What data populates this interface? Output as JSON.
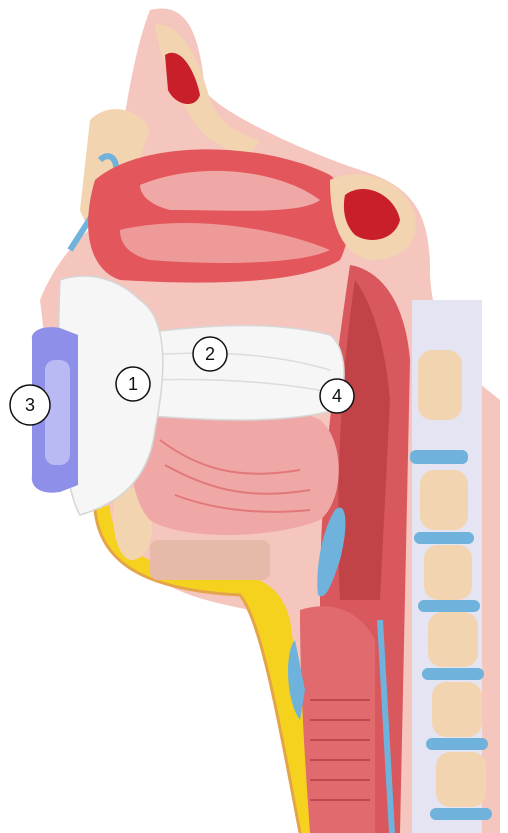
{
  "callouts": [
    {
      "id": "1",
      "label": "1"
    },
    {
      "id": "2",
      "label": "2"
    },
    {
      "id": "3",
      "label": "3"
    },
    {
      "id": "4",
      "label": "4"
    }
  ],
  "colors": {
    "skin": "#f2b7ad",
    "bone": "#f3d4b0",
    "flesh": "#d9585e",
    "flesh_light": "#f0a8a6",
    "cavity": "#e8666b",
    "fat": "#f4d21e",
    "disc": "#6fb2dc",
    "device_white": "#f6f6f6",
    "device_cap": "#8e8fe8",
    "muscle_dark": "#b63a3d"
  }
}
